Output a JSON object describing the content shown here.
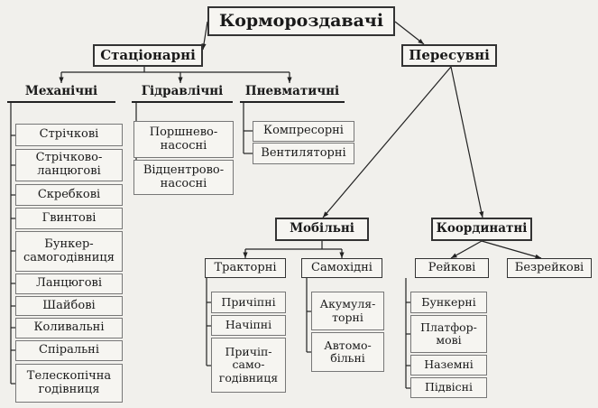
{
  "root": "Кормороздавачі",
  "stationary": {
    "label": "Стаціонарні",
    "mechanical": {
      "label": "Механічні",
      "items": [
        "Стрічкові",
        "Стрічково-ланцюгові",
        "Скребкові",
        "Гвинтові",
        "Бункер-самогодівниця",
        "Ланцюгові",
        "Шайбові",
        "Коливальні",
        "Спіральні",
        "Телескопічна годівниця"
      ]
    },
    "hydraulic": {
      "label": "Гідравлічні",
      "items": [
        "Поршнево-насосні",
        "Відцентрово-насосні"
      ]
    },
    "pneumatic": {
      "label": "Пневматичні",
      "items": [
        "Компресорні",
        "Вентиляторні"
      ]
    }
  },
  "mobile_group": {
    "label": "Пересувні",
    "mobile": {
      "label": "Мобільні",
      "tractor": {
        "label": "Тракторні",
        "items": [
          "Причіпні",
          "Начіпні",
          "Причіп-само-годівниця"
        ]
      },
      "selfpropelled": {
        "label": "Самохідні",
        "items": [
          "Акумуля-торні",
          "Автомо-більні"
        ]
      }
    },
    "coordinate": {
      "label": "Координатні",
      "rail": {
        "label": "Рейкові",
        "items": [
          "Бункерні",
          "Платфор-мові",
          "Наземні",
          "Підвісні"
        ]
      },
      "railless": {
        "label": "Безрейкові"
      }
    }
  }
}
